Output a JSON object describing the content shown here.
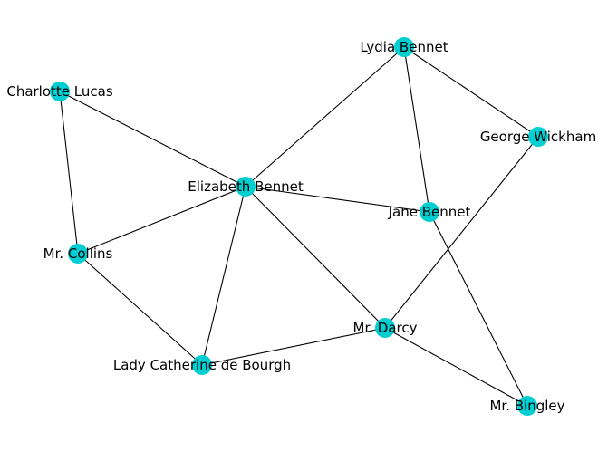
{
  "graph": {
    "node_color": "#00CED1",
    "edge_color": "#000000",
    "nodes": [
      {
        "id": "lydia",
        "label": "Lydia Bennet"
      },
      {
        "id": "charlotte",
        "label": "Charlotte Lucas"
      },
      {
        "id": "wickham",
        "label": "George Wickham"
      },
      {
        "id": "elizabeth",
        "label": "Elizabeth Bennet"
      },
      {
        "id": "jane",
        "label": "Jane Bennet"
      },
      {
        "id": "collins",
        "label": "Mr. Collins"
      },
      {
        "id": "darcy",
        "label": "Mr. Darcy"
      },
      {
        "id": "catherine",
        "label": "Lady Catherine de Bourgh"
      },
      {
        "id": "bingley",
        "label": "Mr. Bingley"
      }
    ],
    "edges": [
      [
        "elizabeth",
        "lydia"
      ],
      [
        "elizabeth",
        "charlotte"
      ],
      [
        "elizabeth",
        "jane"
      ],
      [
        "elizabeth",
        "collins"
      ],
      [
        "elizabeth",
        "catherine"
      ],
      [
        "elizabeth",
        "darcy"
      ],
      [
        "lydia",
        "jane"
      ],
      [
        "lydia",
        "wickham"
      ],
      [
        "charlotte",
        "collins"
      ],
      [
        "collins",
        "catherine"
      ],
      [
        "catherine",
        "darcy"
      ],
      [
        "darcy",
        "wickham"
      ],
      [
        "darcy",
        "bingley"
      ],
      [
        "jane",
        "bingley"
      ]
    ]
  }
}
